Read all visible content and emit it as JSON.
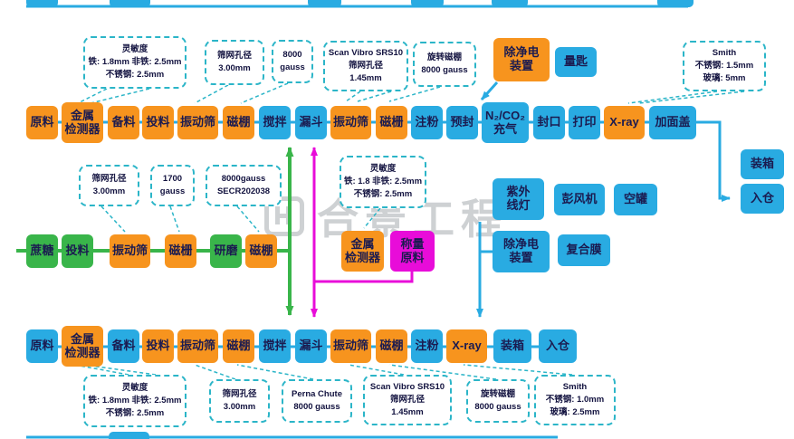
{
  "watermark": {
    "text": "合景工程"
  },
  "colors": {
    "orange": "#F7941E",
    "blue": "#29ABE2",
    "green": "#39B54A",
    "magenta": "#E80CD9",
    "callout_border": "#2BB5C8"
  },
  "top_row": [
    "原料",
    "金属\n检测器",
    "备料",
    "投料",
    "振动筛",
    "磁棚",
    "搅拌",
    "漏斗",
    "振动筛",
    "磁栅",
    "注粉",
    "预封",
    "N₂/CO₂\n充气",
    "封口",
    "打印",
    "X-ray",
    "加面盖"
  ],
  "right_col": [
    "装箱",
    "入仓"
  ],
  "top_aux": [
    "除净电\n装置",
    "量匙"
  ],
  "top_callouts": [
    "灵敏度\n铁: 1.8mm 非铁: 2.5mm\n不锈钢: 2.5mm",
    "筛网孔径\n3.00mm",
    "8000\ngauss",
    "Scan Vibro SRS10\n筛网孔径\n1.45mm",
    "旋转磁棚\n8000 gauss",
    "Smith\n不锈钢: 1.5mm\n玻璃: 5mm"
  ],
  "mid_row": [
    "蔗糖",
    "投料",
    "振动筛",
    "磁栅",
    "研磨",
    "磁棚",
    "金属\n检测器",
    "称量\n原料"
  ],
  "mid_callouts": [
    "筛网孔径\n3.00mm",
    "1700\ngauss",
    "8000gauss\nSECR202038",
    "灵敏度\n铁: 1.8  非铁: 2.5mm\n不锈钢: 2.5mm"
  ],
  "mid_right": [
    "紫外\n线灯",
    "彭风机",
    "空罐",
    "除净电\n装置",
    "复合膜"
  ],
  "bottom_row": [
    "原料",
    "金属\n检测器",
    "备料",
    "投料",
    "振动筛",
    "磁棚",
    "搅拌",
    "漏斗",
    "振动筛",
    "磁棚",
    "注粉",
    "X-ray",
    "装箱",
    "入仓"
  ],
  "bottom_callouts": [
    "灵敏度\n铁: 1.8mm 非铁: 2.5mm\n不锈钢: 2.5mm",
    "筛网孔径\n3.00mm",
    "Perna Chute\n8000 gauss",
    "Scan Vibro SRS10\n筛网孔径\n1.45mm",
    "旋转磁棚\n8000 gauss",
    "Smith\n不锈钢: 1.0mm\n玻璃: 2.5mm"
  ]
}
